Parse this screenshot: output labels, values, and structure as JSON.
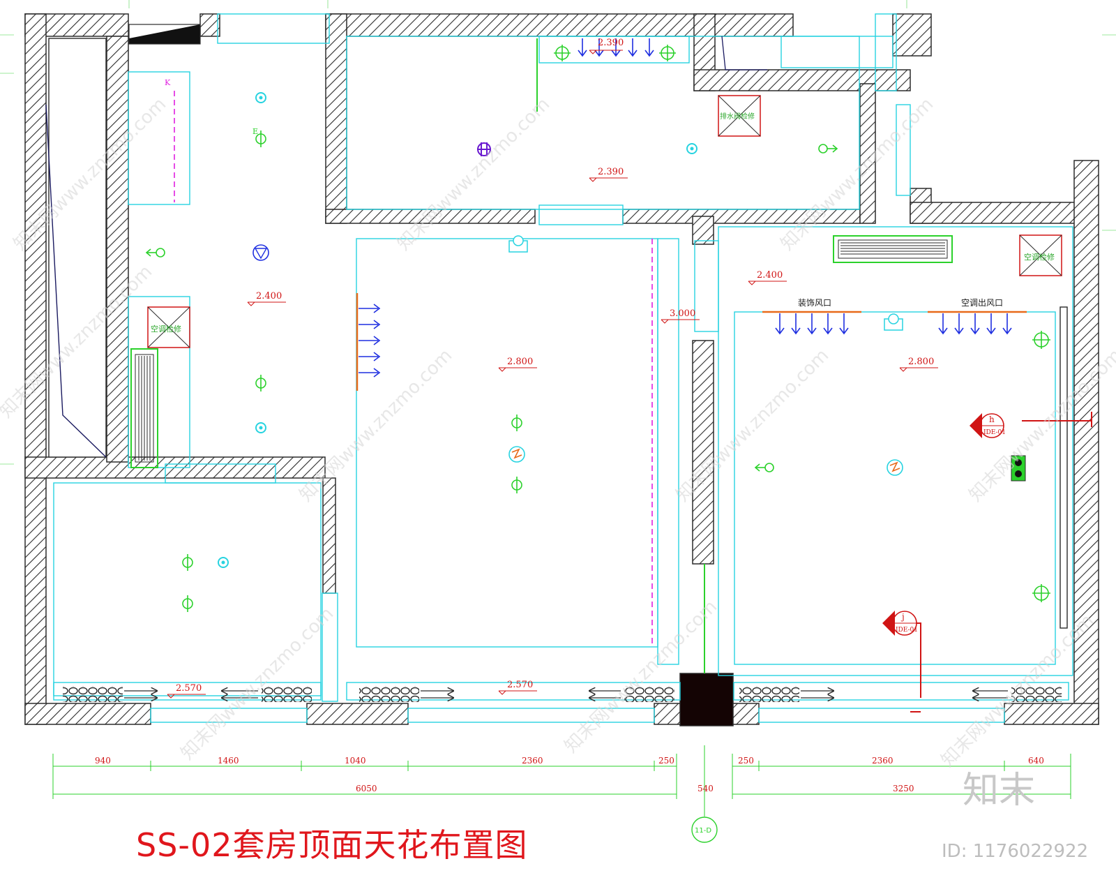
{
  "drawing_title": "SS-02套房顶面天花布置图",
  "brand_mark": "知末",
  "image_id": "ID: 1176022922",
  "watermarks": [
    "知末网www.znzmo.com"
  ],
  "levels": [
    "2.390",
    "2.390",
    "2.400",
    "2.400",
    "3.000",
    "2.800",
    "2.800",
    "2.570",
    "2.570"
  ],
  "labels": {
    "deco_vent": "装饰风口",
    "ac_outlet": "空调出风口",
    "ac_access_1": "空调检修",
    "ac_access_2": "空调检修",
    "valve_access": "排水阀检修",
    "section_k": "K",
    "section_e": "E"
  },
  "markers": {
    "h_letter": "h",
    "h_sheet": "IDE-01",
    "j_letter": "j",
    "j_sheet": "IDE-01",
    "axis": "11-D"
  },
  "dimensions": {
    "row1": [
      "940",
      "1460",
      "1040",
      "2360",
      "250",
      "250",
      "2360",
      "640"
    ],
    "row2": [
      "6050",
      "540",
      "3250"
    ]
  },
  "colors": {
    "wall": "#2b2b2b",
    "cyan": "#27d3e0",
    "green": "#2bd12b",
    "red": "#e0161c",
    "blue": "#1f2fe0",
    "magenta": "#e020e0",
    "orange": "#e86a1a"
  }
}
